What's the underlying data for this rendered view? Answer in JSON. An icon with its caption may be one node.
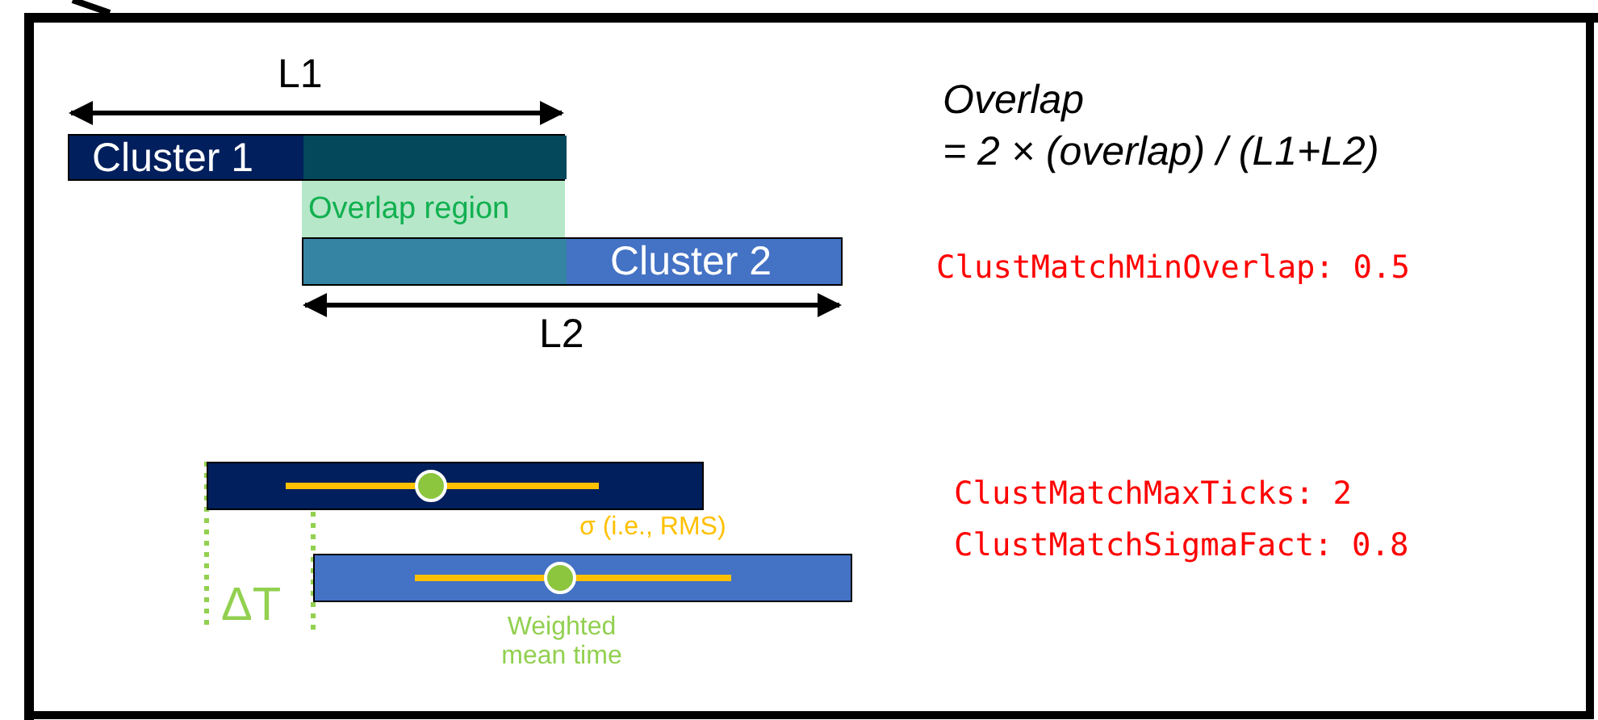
{
  "diagram": {
    "nodes": [
      {
        "text": [
          "Cluster 1"
        ]
      },
      {
        "text": [
          "Overlap region"
        ]
      },
      {
        "text": [
          "Cluster 2"
        ]
      },
      {
        "text": [],
        "shape": "bar"
      },
      {
        "text": [],
        "shape": "bar"
      }
    ],
    "labels": [
      "L1",
      "L2",
      "Overlap",
      "= 2 × (overlap) / (L1+L2)",
      "ClustMatchMinOverlap: 0.5",
      "ClustMatchMaxTicks: 2",
      "ClustMatchSigmaFact: 0.8",
      "σ (i.e., RMS)",
      "ΔT",
      "Weighted mean time"
    ]
  }
}
